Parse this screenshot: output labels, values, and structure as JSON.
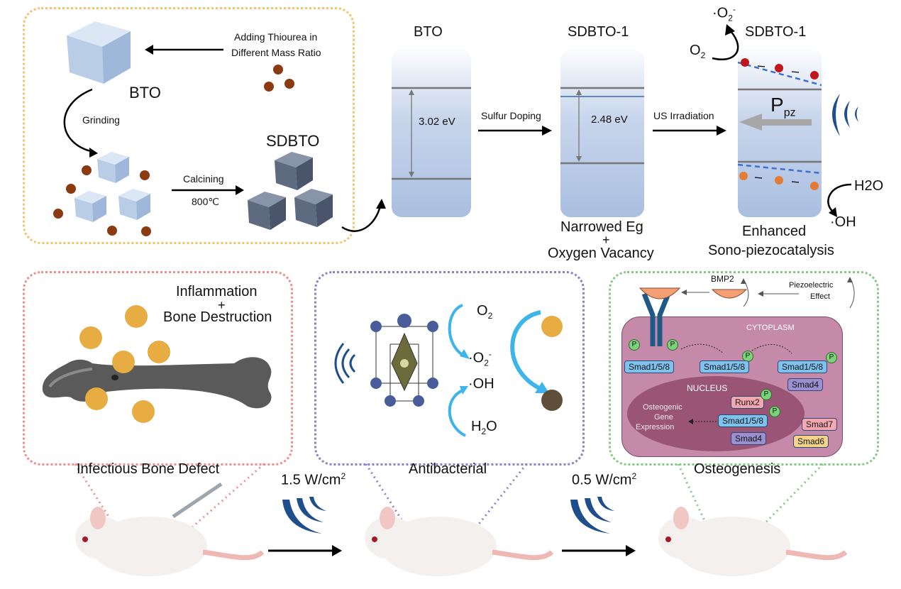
{
  "synthesis": {
    "adding_thiourea_line1": "Adding Thiourea in",
    "adding_thiourea_line2": "Different Mass Ratio",
    "bto_label": "BTO",
    "grinding_label": "Grinding",
    "calcining_label": "Calcining",
    "temp_label": "800℃",
    "sdbto_label": "SDBTO"
  },
  "band_diagram": {
    "bto_title": "BTO",
    "bto_gap": "3.02 eV",
    "sulfur_doping": "Sulfur Doping",
    "sdbto1_title": "SDBTO-1",
    "sdbto1_gap": "2.48 eV",
    "narrowed_line1": "Narrowed Eg",
    "narrowed_plus": "+",
    "narrowed_line2": "Oxygen Vacancy",
    "us_irradiation": "US Irradiation",
    "sdbto1_title_2": "SDBTO-1",
    "ppz_main": "P",
    "ppz_sub": "pz",
    "o2_main": "O",
    "o2_sub": "2",
    "superoxide": "·O",
    "superoxide_sub": "2",
    "superoxide_sup": "-",
    "h2o": "H2O",
    "oh": "·OH",
    "enhanced_line1": "Enhanced",
    "enhanced_line2": "Sono-piezocatalysis"
  },
  "infection_panel": {
    "line1": "Inflammation",
    "plus": "+",
    "line2": "Bone Destruction",
    "footer": "Infectious Bone Defect"
  },
  "antibacterial_panel": {
    "o2": "O",
    "o2_sub": "2",
    "superoxide": "·O",
    "superoxide_sub": "2",
    "superoxide_sup": "-",
    "oh": "·OH",
    "h2o": "H",
    "h2o_sub": "2",
    "h2o_tail": "O",
    "footer": "Antibacterial"
  },
  "osteogenesis_panel": {
    "bmp2": "BMP2",
    "piezo_line1": "Piezoelectric",
    "piezo_line2": "Effect",
    "cytoplasm": "CYTOPLASM",
    "nucleus": "NUCLEUS",
    "smad158": "Smad1/5/8",
    "smad4": "Smad4",
    "runx2": "Runx2",
    "smad7": "Smad7",
    "smad6": "Smad6",
    "p": "P",
    "gene_line1": "Osteogenic",
    "gene_line2": "Gene",
    "gene_line3": "Expression",
    "footer": "Osteogenesis"
  },
  "treatment": {
    "power1": "1.5 W/cm",
    "power1_sup": "2",
    "power2": "0.5 W/cm",
    "power2_sup": "2"
  },
  "colors": {
    "synthesis_border": "#f3c46a",
    "infection_border": "#ec8f8f",
    "antibacterial_border": "#8f7fc7",
    "osteogenesis_border": "#86c986",
    "bacteria": "#e7ad42",
    "dopant": "#8b3a12",
    "cube": "#b9cde6",
    "cytoplasm": "#c58aa9",
    "nucleus": "#9a5576",
    "smad_blue": "#7ec3ee",
    "smad_purple": "#9b8fd0",
    "runx_pink": "#f4a7b0",
    "smad6_yellow": "#f6d58a",
    "sound_wave": "#1f4e8c",
    "dashed_band": "#3d6fd1"
  }
}
